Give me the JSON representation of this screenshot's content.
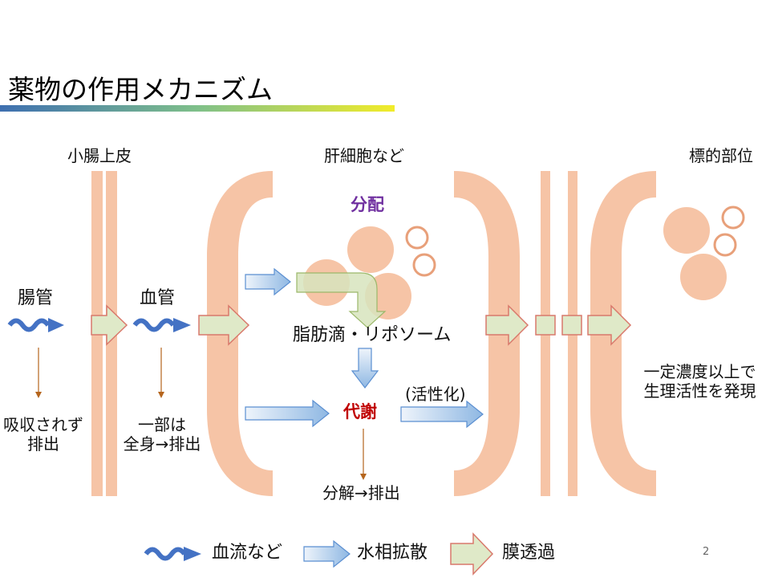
{
  "slide": {
    "title": "薬物の作用メカニズム",
    "page_number": "2"
  },
  "regions": {
    "small_intestine": "小腸上皮",
    "liver": "肝細胞など",
    "target": "標的部位"
  },
  "labels": {
    "intestine": "腸管",
    "blood_vessel": "血管",
    "distribution": "分配",
    "lipid": "脂肪滴・リポソーム",
    "metabolism": "代謝",
    "activation": "(活性化)",
    "excreted_line1": "吸収されず",
    "excreted_line2": "排出",
    "partial_line1": "一部は",
    "partial_line2": "全身→排出",
    "decompose": "分解→排出",
    "effect_line1": "一定濃度以上で",
    "effect_line2": "生理活性を発現"
  },
  "legend": {
    "blood_flow": "血流など",
    "aqueous_diffusion": "水相拡散",
    "membrane_permeation": "膜透過"
  },
  "colors": {
    "membrane": "#f6c4a6",
    "circle_stroke": "#e8a07a",
    "wave": "#4472c4",
    "diffusion_fill_top": "#ffffff",
    "diffusion_fill_bottom": "#9dc3e6",
    "diffusion_stroke": "#5b8fd1",
    "permeation_fill": "#dfe9c8",
    "permeation_stroke": "#d9796c",
    "brown_arrow": "#b5651d",
    "purple": "#7030a0",
    "red": "#c00000"
  }
}
